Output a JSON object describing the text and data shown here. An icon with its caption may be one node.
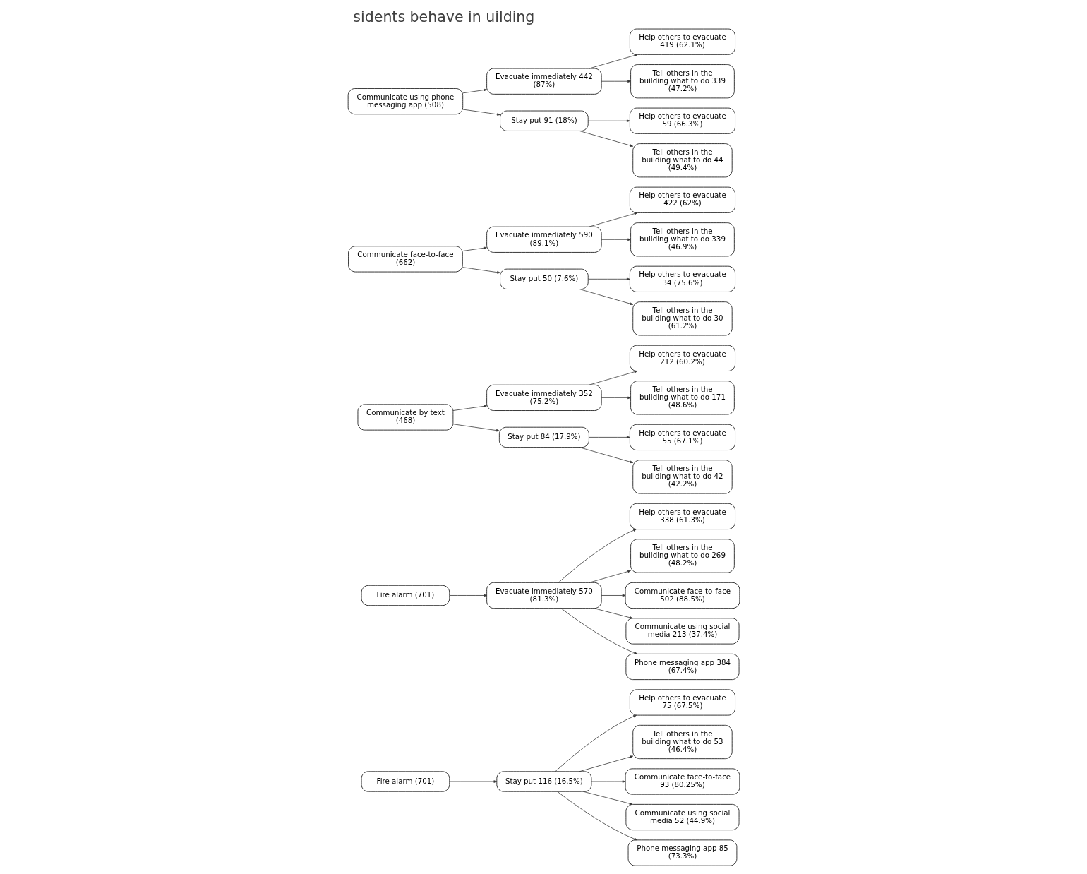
{
  "diagram": {
    "title": "sidents behave in uilding",
    "nodes": [
      {
        "text": [
          "Fire alarm (701)"
        ]
      },
      {
        "text": [
          "Stay put 116 (16.5%)"
        ]
      },
      {
        "text": [
          "Help others to evacuate 75 (67.5%)"
        ]
      },
      {
        "text": [
          "Tell others in the building what to do 53 (46.4%)"
        ]
      },
      {
        "text": [
          "Communicate face-to-face 93 (80.25%)"
        ]
      },
      {
        "text": [
          "Communicate using social media 52 (44.9%)"
        ]
      },
      {
        "text": [
          "Phone messaging app 85 (73.3%)"
        ]
      },
      {
        "text": [
          "Fire alarm (701)"
        ]
      },
      {
        "text": [
          "Evacuate immediately 570 (81.3%)"
        ]
      },
      {
        "text": [
          "Help others to evacuate 338 (61.3%)"
        ]
      },
      {
        "text": [
          "Tell others in the building what to do 269 (48.2%)"
        ]
      },
      {
        "text": [
          "Communicate face-to-face 502 (88.5%)"
        ]
      },
      {
        "text": [
          "Communicate using social media 213 (37.4%)"
        ]
      },
      {
        "text": [
          "Phone messaging app 384 (67.4%)"
        ]
      },
      {
        "text": [
          "Communicate by text (468)"
        ]
      },
      {
        "text": [
          "Evacuate immediately 352 (75.2%)"
        ]
      },
      {
        "text": [
          "Help others to evacuate 212 (60.2%)"
        ]
      },
      {
        "text": [
          "Tell others in the building what to do 171 (48.6%)"
        ]
      },
      {
        "text": [
          "Stay put 84 (17.9%)"
        ]
      },
      {
        "text": [
          "Help others to evacuate 55 (67.1%)"
        ]
      },
      {
        "text": [
          "Tell others in the building what to do 42 (42.2%)"
        ]
      },
      {
        "text": [
          "Communicate face-to-face (662)"
        ]
      },
      {
        "text": [
          "Evacuate immediately 590 (89.1%)"
        ]
      },
      {
        "text": [
          "Help others to evacuate 422 (62%)"
        ]
      },
      {
        "text": [
          "Tell others in the building what to do 339 (46.9%)"
        ]
      },
      {
        "text": [
          "Stay put 50 (7.6%)"
        ]
      },
      {
        "text": [
          "Help others to evacuate 34 (75.6%)"
        ]
      },
      {
        "text": [
          "Tell others in the building what to do 30 (61.2%)"
        ]
      },
      {
        "text": [
          "Communicate using phone messaging app (508)"
        ]
      },
      {
        "text": [
          "Evacuate immediately 442 (87%)"
        ]
      },
      {
        "text": [
          "Help others to evacuate 419 (62.1%)"
        ]
      },
      {
        "text": [
          "Tell others in the building what to do 339 (47.2%)"
        ]
      },
      {
        "text": [
          "Stay put 91 (18%)"
        ]
      },
      {
        "text": [
          "Help others to evacuate 59 (66.3%)"
        ]
      },
      {
        "text": [
          "Tell others in the building what to do 44 (49.4%)"
        ]
      }
    ],
    "edges": [
      {
        "from": 0,
        "to": 1,
        "arrow": "to"
      },
      {
        "from": 1,
        "to": 2,
        "arrow": "to"
      },
      {
        "from": 1,
        "to": 3,
        "arrow": "to"
      },
      {
        "from": 1,
        "to": 4,
        "arrow": "to"
      },
      {
        "from": 1,
        "to": 5,
        "arrow": "to"
      },
      {
        "from": 1,
        "to": 6,
        "arrow": "to"
      },
      {
        "from": 7,
        "to": 8,
        "arrow": "to"
      },
      {
        "from": 8,
        "to": 9,
        "arrow": "to"
      },
      {
        "from": 8,
        "to": 10,
        "arrow": "to"
      },
      {
        "from": 8,
        "to": 11,
        "arrow": "to"
      },
      {
        "from": 8,
        "to": 12,
        "arrow": "to"
      },
      {
        "from": 8,
        "to": 13,
        "arrow": "to"
      },
      {
        "from": 14,
        "to": 15,
        "arrow": "to"
      },
      {
        "from": 15,
        "to": 16,
        "arrow": "to"
      },
      {
        "from": 15,
        "to": 17,
        "arrow": "to"
      },
      {
        "from": 14,
        "to": 18,
        "arrow": "to"
      },
      {
        "from": 18,
        "to": 19,
        "arrow": "to"
      },
      {
        "from": 18,
        "to": 20,
        "arrow": "to"
      },
      {
        "from": 21,
        "to": 22,
        "arrow": "to"
      },
      {
        "from": 22,
        "to": 23,
        "arrow": "to"
      },
      {
        "from": 22,
        "to": 24,
        "arrow": "to"
      },
      {
        "from": 21,
        "to": 25,
        "arrow": "to"
      },
      {
        "from": 25,
        "to": 26,
        "arrow": "to"
      },
      {
        "from": 25,
        "to": 27,
        "arrow": "to"
      },
      {
        "from": 28,
        "to": 29,
        "arrow": "to"
      },
      {
        "from": 29,
        "to": 30,
        "arrow": "to"
      },
      {
        "from": 29,
        "to": 31,
        "arrow": "to"
      },
      {
        "from": 28,
        "to": 32,
        "arrow": "to"
      },
      {
        "from": 32,
        "to": 33,
        "arrow": "to"
      },
      {
        "from": 32,
        "to": 34,
        "arrow": "to"
      }
    ]
  }
}
